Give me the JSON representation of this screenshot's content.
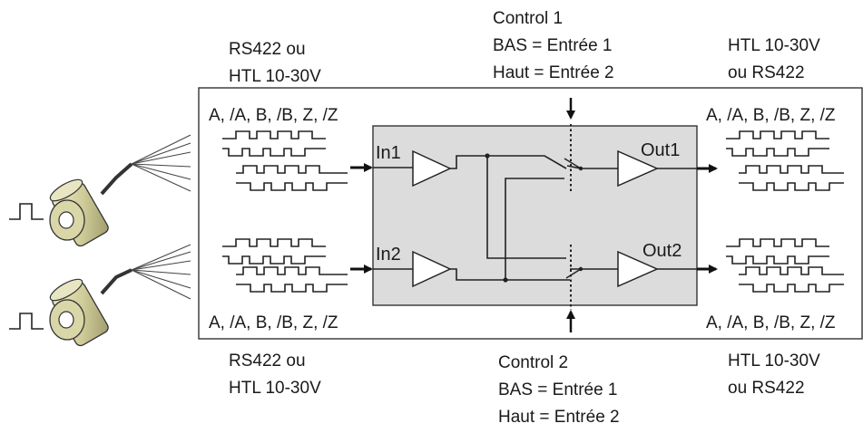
{
  "left": {
    "top_interface": [
      "RS422 ou",
      "HTL 10-30V"
    ],
    "bottom_interface": [
      "RS422 ou",
      "HTL 10-30V"
    ],
    "signals_top": "A, /A, B, /B, Z, /Z",
    "signals_bottom": "A, /A, B, /B, Z, /Z"
  },
  "right": {
    "top_interface": [
      "HTL 10-30V",
      "ou RS422"
    ],
    "bottom_interface": [
      "HTL 10-30V",
      "ou RS422"
    ],
    "signals_top": "A, /A, B, /B, Z, /Z",
    "signals_bottom": "A, /A, B, /B, Z, /Z"
  },
  "control1": [
    "Control 1",
    "BAS = Entrée 1",
    "Haut = Entrée 2"
  ],
  "control2": [
    "Control 2",
    "BAS = Entrée 1",
    "Haut = Entrée 2"
  ],
  "ports": {
    "in1": "In1",
    "in2": "In2",
    "out1": "Out1",
    "out2": "Out2"
  },
  "colors": {
    "switch_box": "#dcdcdc",
    "encoder_body": "#d9d6a8",
    "encoder_shade": "#a8a57a"
  },
  "icons": [
    "rotary-encoder-icon",
    "pulse-icon",
    "amplifier-icon",
    "switch-icon",
    "arrow-icon"
  ]
}
